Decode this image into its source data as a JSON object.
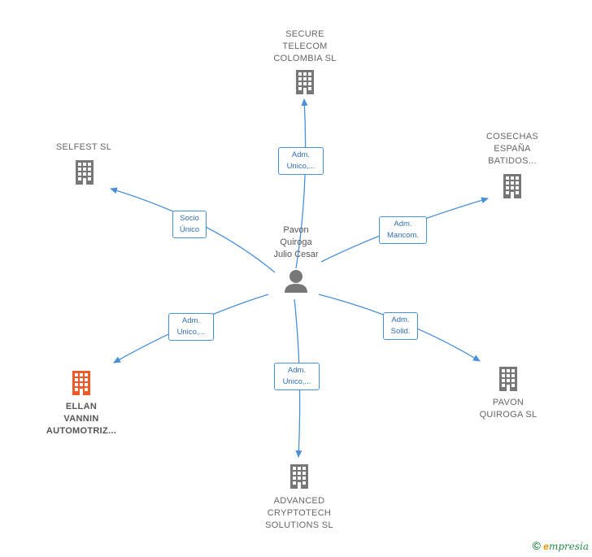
{
  "person": {
    "label": "Pavon\nQuiroga\nJulio Cesar"
  },
  "companies": {
    "secure": {
      "label": "SECURE\nTELECOM\nCOLOMBIA  SL"
    },
    "selfest": {
      "label": "SELFEST SL"
    },
    "cosechas": {
      "label": "COSECHAS\nESPAÑA\nBATIDOS..."
    },
    "ellan": {
      "label": "ELLAN\nVANNIN\nAUTOMOTRIZ..."
    },
    "pavon": {
      "label": "PAVON\nQUIROGA SL"
    },
    "advanced": {
      "label": "ADVANCED\nCRYPTOTECH\nSOLUTIONS  SL"
    }
  },
  "relations": {
    "secure": "Adm.\nUnico,...",
    "selfest": "Socio\nÚnico",
    "cosechas": "Adm.\nMancom.",
    "ellan": "Adm.\nUnico,...",
    "pavon": "Adm.\nSolid.",
    "advanced": "Adm.\nUnico,..."
  },
  "colors": {
    "edge": "#4a90d9",
    "building": "#777777",
    "building_highlight": "#f05a28",
    "person": "#777777"
  },
  "footer": {
    "copyright": "©",
    "brand_initial": "e",
    "brand_rest": "mpresia"
  }
}
